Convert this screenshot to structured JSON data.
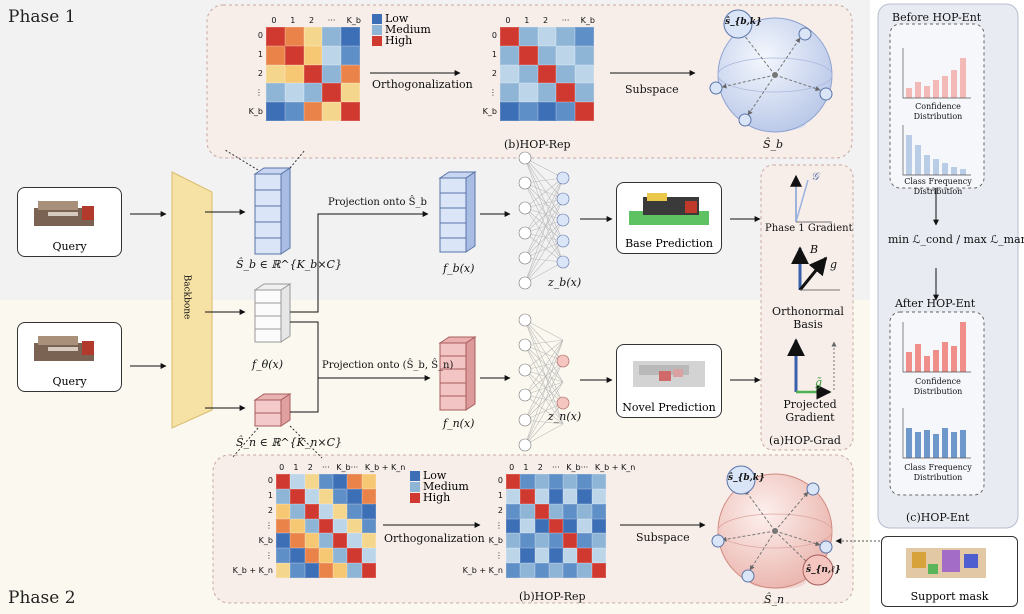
{
  "phases": {
    "p1": "Phase 1",
    "p2": "Phase 2"
  },
  "inputs": {
    "query_top": "Query",
    "query_bottom": "Query"
  },
  "backbone": "Backbone",
  "features": {
    "sb_label": "Ŝ_b ∈ ℝ^{K_b×C}",
    "f_theta": "f_θ(x)",
    "sn_label": "Ŝ_n ∈ ℝ^{K_n×C}"
  },
  "projections": {
    "base": "Projection onto Ŝ_b",
    "novel": "Projection onto (Ŝ_b, Ŝ_n)"
  },
  "projected_features": {
    "fb": "f_b(x)",
    "fn": "f_n(x)"
  },
  "outputs": {
    "zb": "z_b(x)",
    "zn": "z_n(x)"
  },
  "predictions": {
    "base": "Base Prediction",
    "novel": "Novel Prediction"
  },
  "hop_rep_top": {
    "legend": [
      "Low",
      "Medium",
      "High"
    ],
    "operation": "Orthogonalization",
    "subspace": "Subspace",
    "caption": "(b)HOP-Rep",
    "subspace_label": "Ŝ_b",
    "basis_label": "ŝ_{b,k}",
    "col_ticks": [
      "0",
      "1",
      "2",
      "···",
      "K_b"
    ],
    "row_ticks": [
      "0",
      "1",
      "2",
      "⋮",
      "K_b"
    ]
  },
  "hop_rep_bottom": {
    "legend": [
      "Low",
      "Medium",
      "High"
    ],
    "operation": "Orthogonalization",
    "subspace": "Subspace",
    "caption": "(b)HOP-Rep",
    "subspace_label": "Ŝ_n",
    "basis_labels": [
      "ŝ_{b,k}",
      "ŝ_{n,ℓ}"
    ],
    "col_ticks": [
      "0",
      "1",
      "2",
      "···",
      "K_b",
      "···",
      "K_b + K_n"
    ],
    "row_ticks": [
      "0",
      "1",
      "2",
      "⋮",
      "K_b",
      "⋮",
      "K_b + K_n"
    ]
  },
  "hop_grad": {
    "phase1": "Phase 1 Gradient",
    "g_symbol": "𝒢",
    "b_label": "B",
    "g_label": "g",
    "ortho_basis": "Orthonormal\nBasis",
    "g_tilde": "g̃",
    "projected": "Projected\nGradient",
    "caption": "(a)HOP-Grad"
  },
  "hop_ent": {
    "before": "Before HOP-Ent",
    "conf_dist": "Confidence\nDistribution",
    "class_freq": "Class Frequency\nDistribution",
    "objective": "min ℒ_cond / max ℒ_marg",
    "after": "After HOP-Ent",
    "caption": "(c)HOP-Ent",
    "support": "Support mask"
  },
  "colors": {
    "low": "#3c6fb6",
    "medium": "#8fb5d6",
    "high": "#d0392f"
  }
}
